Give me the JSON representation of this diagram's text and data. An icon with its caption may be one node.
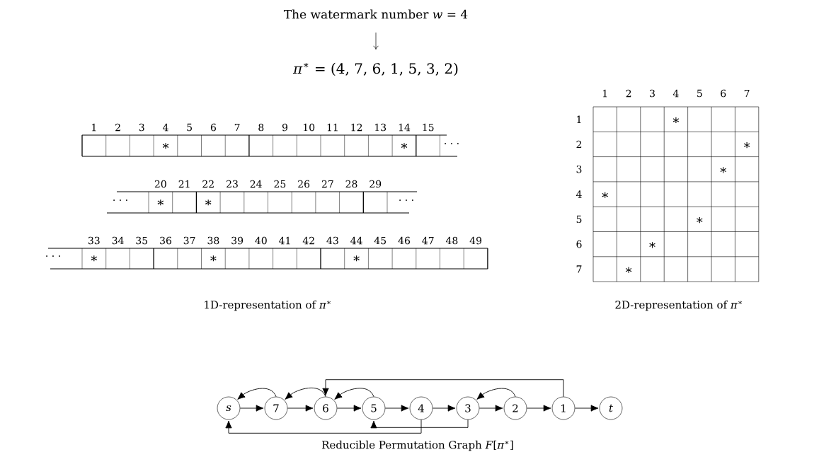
{
  "diagram": {
    "title": "The watermark number *w* = 4",
    "nodes": [
      {
        "text": [
          "*s*"
        ]
      },
      {
        "text": [
          "7"
        ]
      },
      {
        "text": [
          "6"
        ]
      },
      {
        "text": [
          "5"
        ]
      },
      {
        "text": [
          "4"
        ]
      },
      {
        "text": [
          "3"
        ]
      },
      {
        "text": [
          "2"
        ]
      },
      {
        "text": [
          "1"
        ]
      },
      {
        "text": [
          "*t*"
        ]
      }
    ],
    "edges": [
      {
        "from": 0,
        "to": 1,
        "arrow": "to"
      },
      {
        "from": 1,
        "to": 2,
        "arrow": "to"
      },
      {
        "from": 2,
        "to": 3,
        "arrow": "to"
      },
      {
        "from": 3,
        "to": 4,
        "arrow": "to"
      },
      {
        "from": 4,
        "to": 5,
        "arrow": "to"
      },
      {
        "from": 5,
        "to": 6,
        "arrow": "to"
      },
      {
        "from": 6,
        "to": 7,
        "arrow": "to"
      },
      {
        "from": 7,
        "to": 8,
        "arrow": "to"
      },
      {
        "from": 1,
        "to": 0,
        "arrow": "to"
      },
      {
        "from": 2,
        "to": 1,
        "arrow": "to"
      },
      {
        "from": 3,
        "to": 2,
        "arrow": "to"
      },
      {
        "from": 6,
        "to": 5,
        "arrow": "to"
      },
      {
        "from": 7,
        "to": 2,
        "arrow": "to"
      },
      {
        "from": 5,
        "to": 3,
        "arrow": "to"
      },
      {
        "from": 4,
        "to": 0,
        "arrow": "to"
      }
    ],
    "labels": [
      "*π*$^{∗}$ = (4, 7, 6, 1, 5, 3, 2)",
      "1",
      "2",
      "3",
      "4",
      "5",
      "6",
      "7",
      "8",
      "9",
      "10",
      "11",
      "12",
      "13",
      "14",
      "15",
      "∗",
      "∗",
      "· · ·",
      "20",
      "21",
      "22",
      "23",
      "24",
      "25",
      "26",
      "27",
      "28",
      "29",
      "· · ·",
      "∗",
      "∗",
      "· · ·",
      "33",
      "34",
      "35",
      "36",
      "37",
      "38",
      "39",
      "40",
      "41",
      "42",
      "43",
      "44",
      "45",
      "46",
      "47",
      "48",
      "49",
      "· · ·",
      "∗",
      "∗",
      "∗",
      "1",
      "2",
      "3",
      "4",
      "5",
      "6",
      "7",
      "1",
      "∗",
      "2",
      "∗",
      "3",
      "∗",
      "4",
      "∗",
      "5",
      "∗",
      "6",
      "∗",
      "7",
      "∗",
      "1D-representation of *π*$^{∗}$",
      "2D-representation of *π*$^{∗}$",
      "Reducible Permutation Graph *F*[*π*$^{∗}$]"
    ]
  }
}
